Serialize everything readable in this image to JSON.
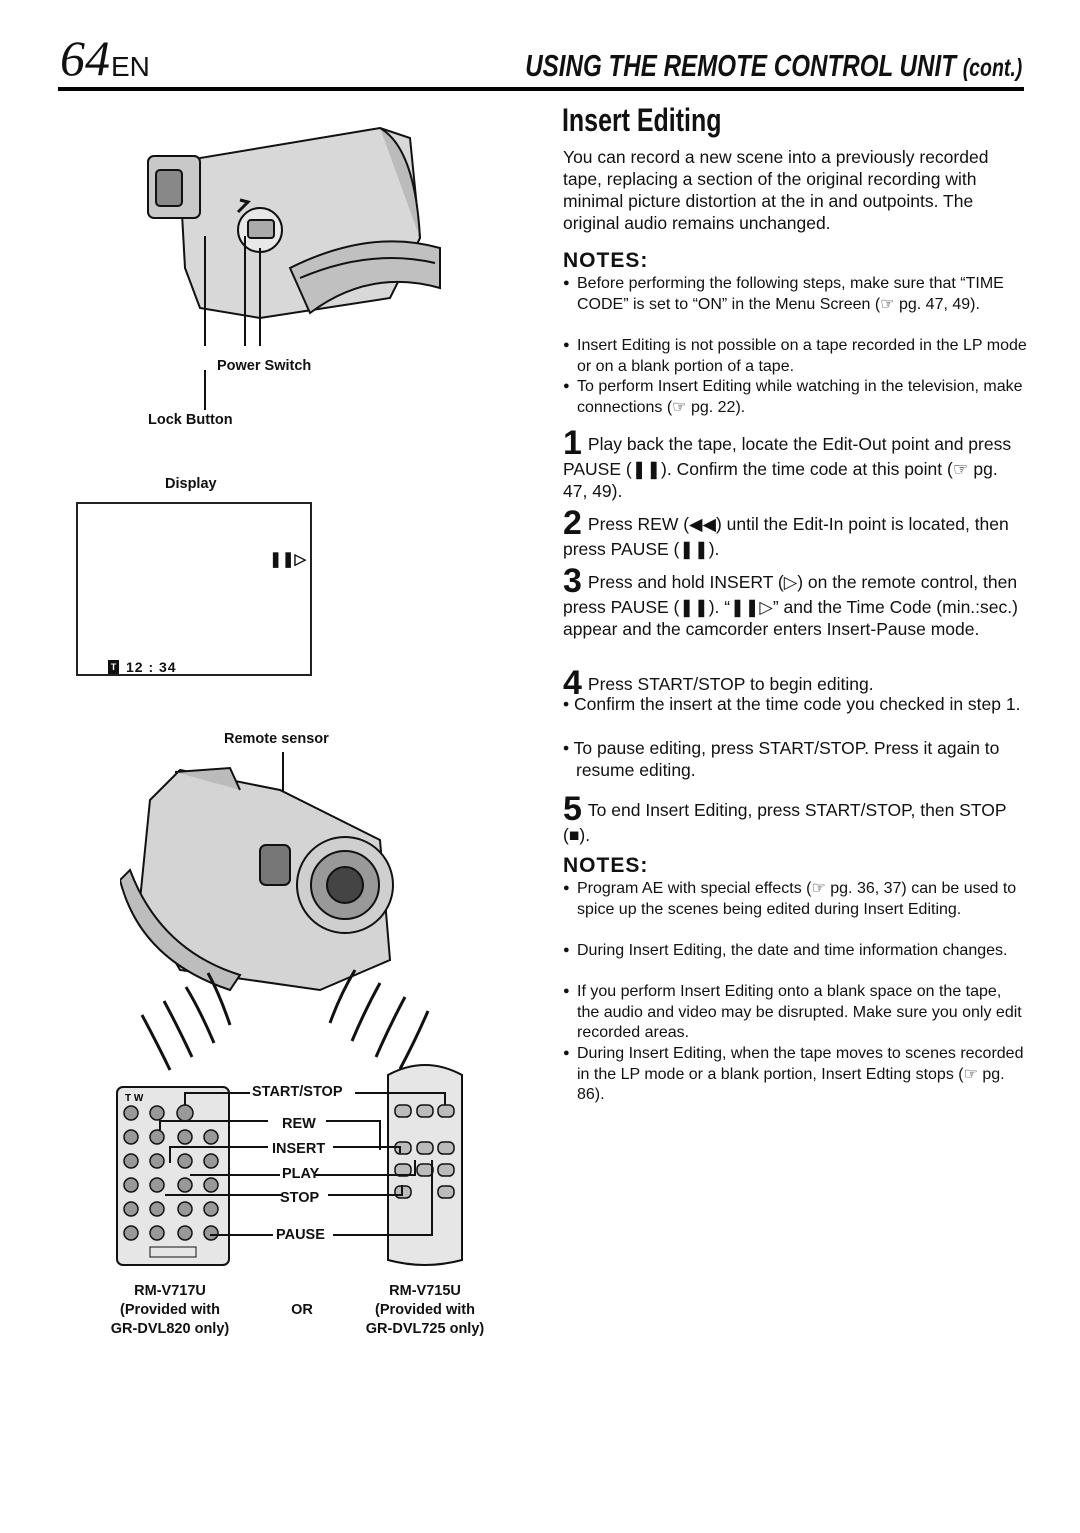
{
  "header": {
    "page_number": "64",
    "lang": "EN",
    "title": "USING THE REMOTE CONTROL UNIT",
    "cont": "(cont.)"
  },
  "section": {
    "title": "Insert Editing",
    "intro": "You can record a new scene into a previously recorded tape, replacing a section of the original recording with minimal picture distortion at the in and outpoints. The original audio remains unchanged."
  },
  "notes1": {
    "heading": "NOTES:",
    "items": [
      "Before performing the following steps, make sure that “TIME CODE” is set to “ON” in the Menu Screen (☞ pg. 47, 49).",
      "Insert Editing is not possible on a tape recorded in the LP mode or on a blank portion of a tape.",
      "To perform Insert Editing while watching in the television, make connections (☞ pg. 22)."
    ]
  },
  "steps": [
    {
      "num": "1",
      "text": "Play back the tape, locate the Edit-Out point and press PAUSE (❚❚). Confirm the time code at this point (☞ pg. 47, 49)."
    },
    {
      "num": "2",
      "text": "Press REW (◀◀) until the Edit-In point is located, then press PAUSE (❚❚)."
    },
    {
      "num": "3",
      "text": "Press and hold INSERT (▷) on the remote control, then press PAUSE (❚❚). “❚❚▷” and the Time Code (min.:sec.) appear and the camcorder enters Insert-Pause mode."
    },
    {
      "num": "4",
      "text": "Press START/STOP to begin editing."
    },
    {
      "num": "5",
      "text": "To end Insert Editing, press START/STOP, then STOP (■)."
    }
  ],
  "step4_subs": [
    "• Confirm the insert at the time code you checked in step 1.",
    "• To pause editing, press START/STOP. Press it again to resume editing."
  ],
  "notes2": {
    "heading": "NOTES:",
    "items": [
      "Program AE with special effects (☞ pg. 36, 37) can be used to spice up the scenes being edited during Insert Editing.",
      "During Insert Editing, the date and time information changes.",
      "If you perform Insert Editing onto a blank space on the tape, the audio and video may be disrupted. Make sure you only edit recorded areas.",
      "During Insert Editing, when the tape moves to scenes recorded in the LP mode or a blank portion, Insert Edting stops (☞ pg. 86)."
    ]
  },
  "figure": {
    "power_switch": "Power Switch",
    "lock_button": "Lock Button",
    "display_label": "Display",
    "display_icon": "❚❚▷",
    "display_tc_icon": "T",
    "display_timecode": "12 : 34",
    "remote_sensor": "Remote sensor",
    "remote_buttons": [
      "START/STOP",
      "REW",
      "INSERT",
      "PLAY",
      "STOP",
      "PAUSE"
    ],
    "remote_tw": "T W",
    "remote1": {
      "model": "RM-V717U",
      "provided": "(Provided with",
      "only": "GR-DVL820 only)"
    },
    "or": "OR",
    "remote2": {
      "model": "RM-V715U",
      "provided": "(Provided with",
      "only": "GR-DVL725 only)"
    }
  }
}
